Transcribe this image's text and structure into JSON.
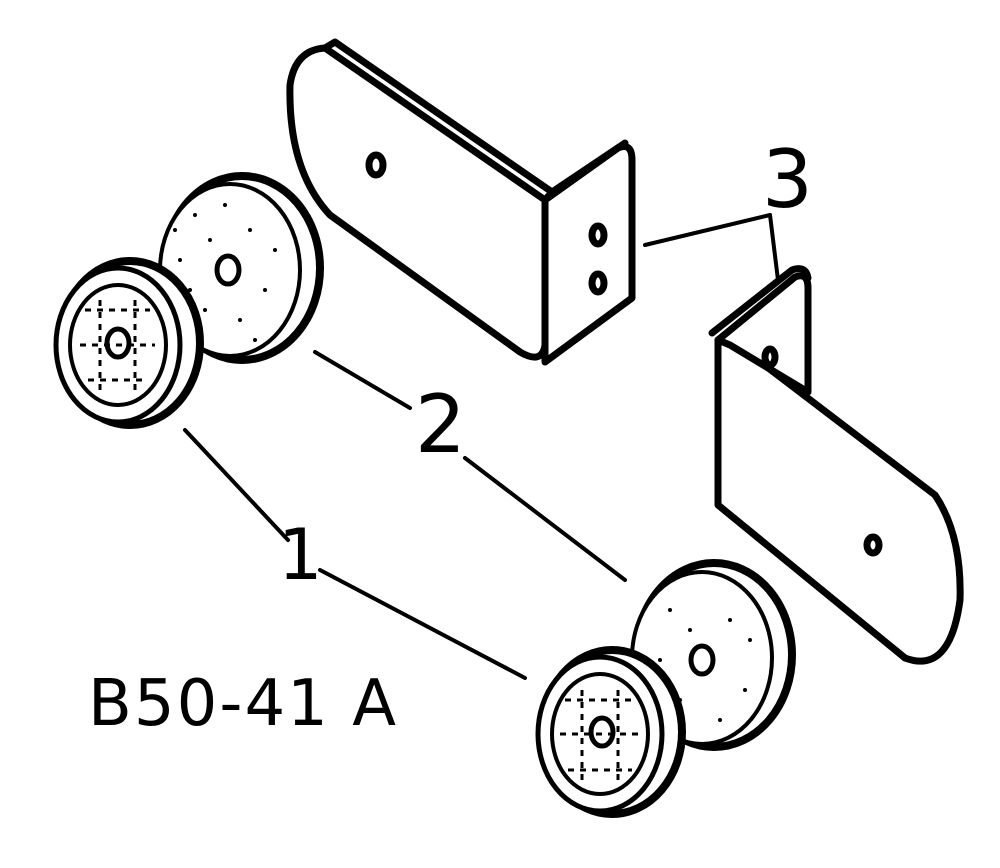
{
  "callouts": {
    "part1": "1",
    "part2": "2",
    "part3": "3"
  },
  "figure_code": "B50-41 A",
  "colors": {
    "ink": "#000000",
    "paper": "#ffffff"
  }
}
